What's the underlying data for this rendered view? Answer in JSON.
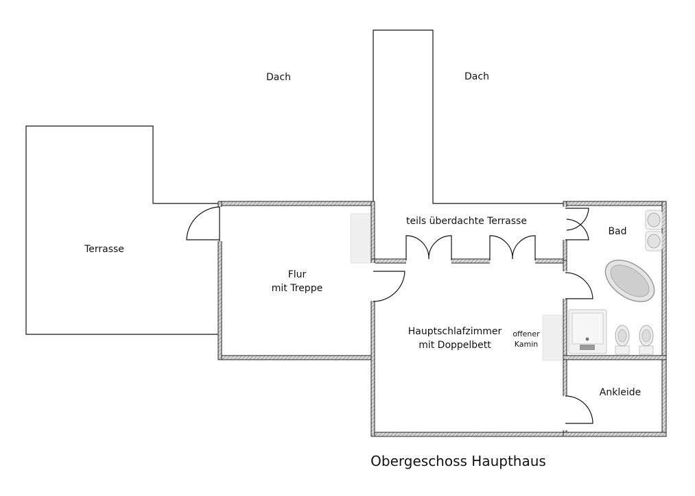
{
  "labels": {
    "dach_left": "Dach",
    "dach_right": "Dach",
    "terrasse": "Terrasse",
    "flur_line1": "Flur",
    "flur_line2": "mit Treppe",
    "teils_terrasse": "teils überdachte Terrasse",
    "bad": "Bad",
    "haupt_line1": "Hauptschlafzimmer",
    "haupt_line2": "mit Doppelbett",
    "kamin_line1": "offener",
    "kamin_line2": "Kamin",
    "ankleide": "Ankleide"
  },
  "caption": "Obergeschoss Haupthaus"
}
